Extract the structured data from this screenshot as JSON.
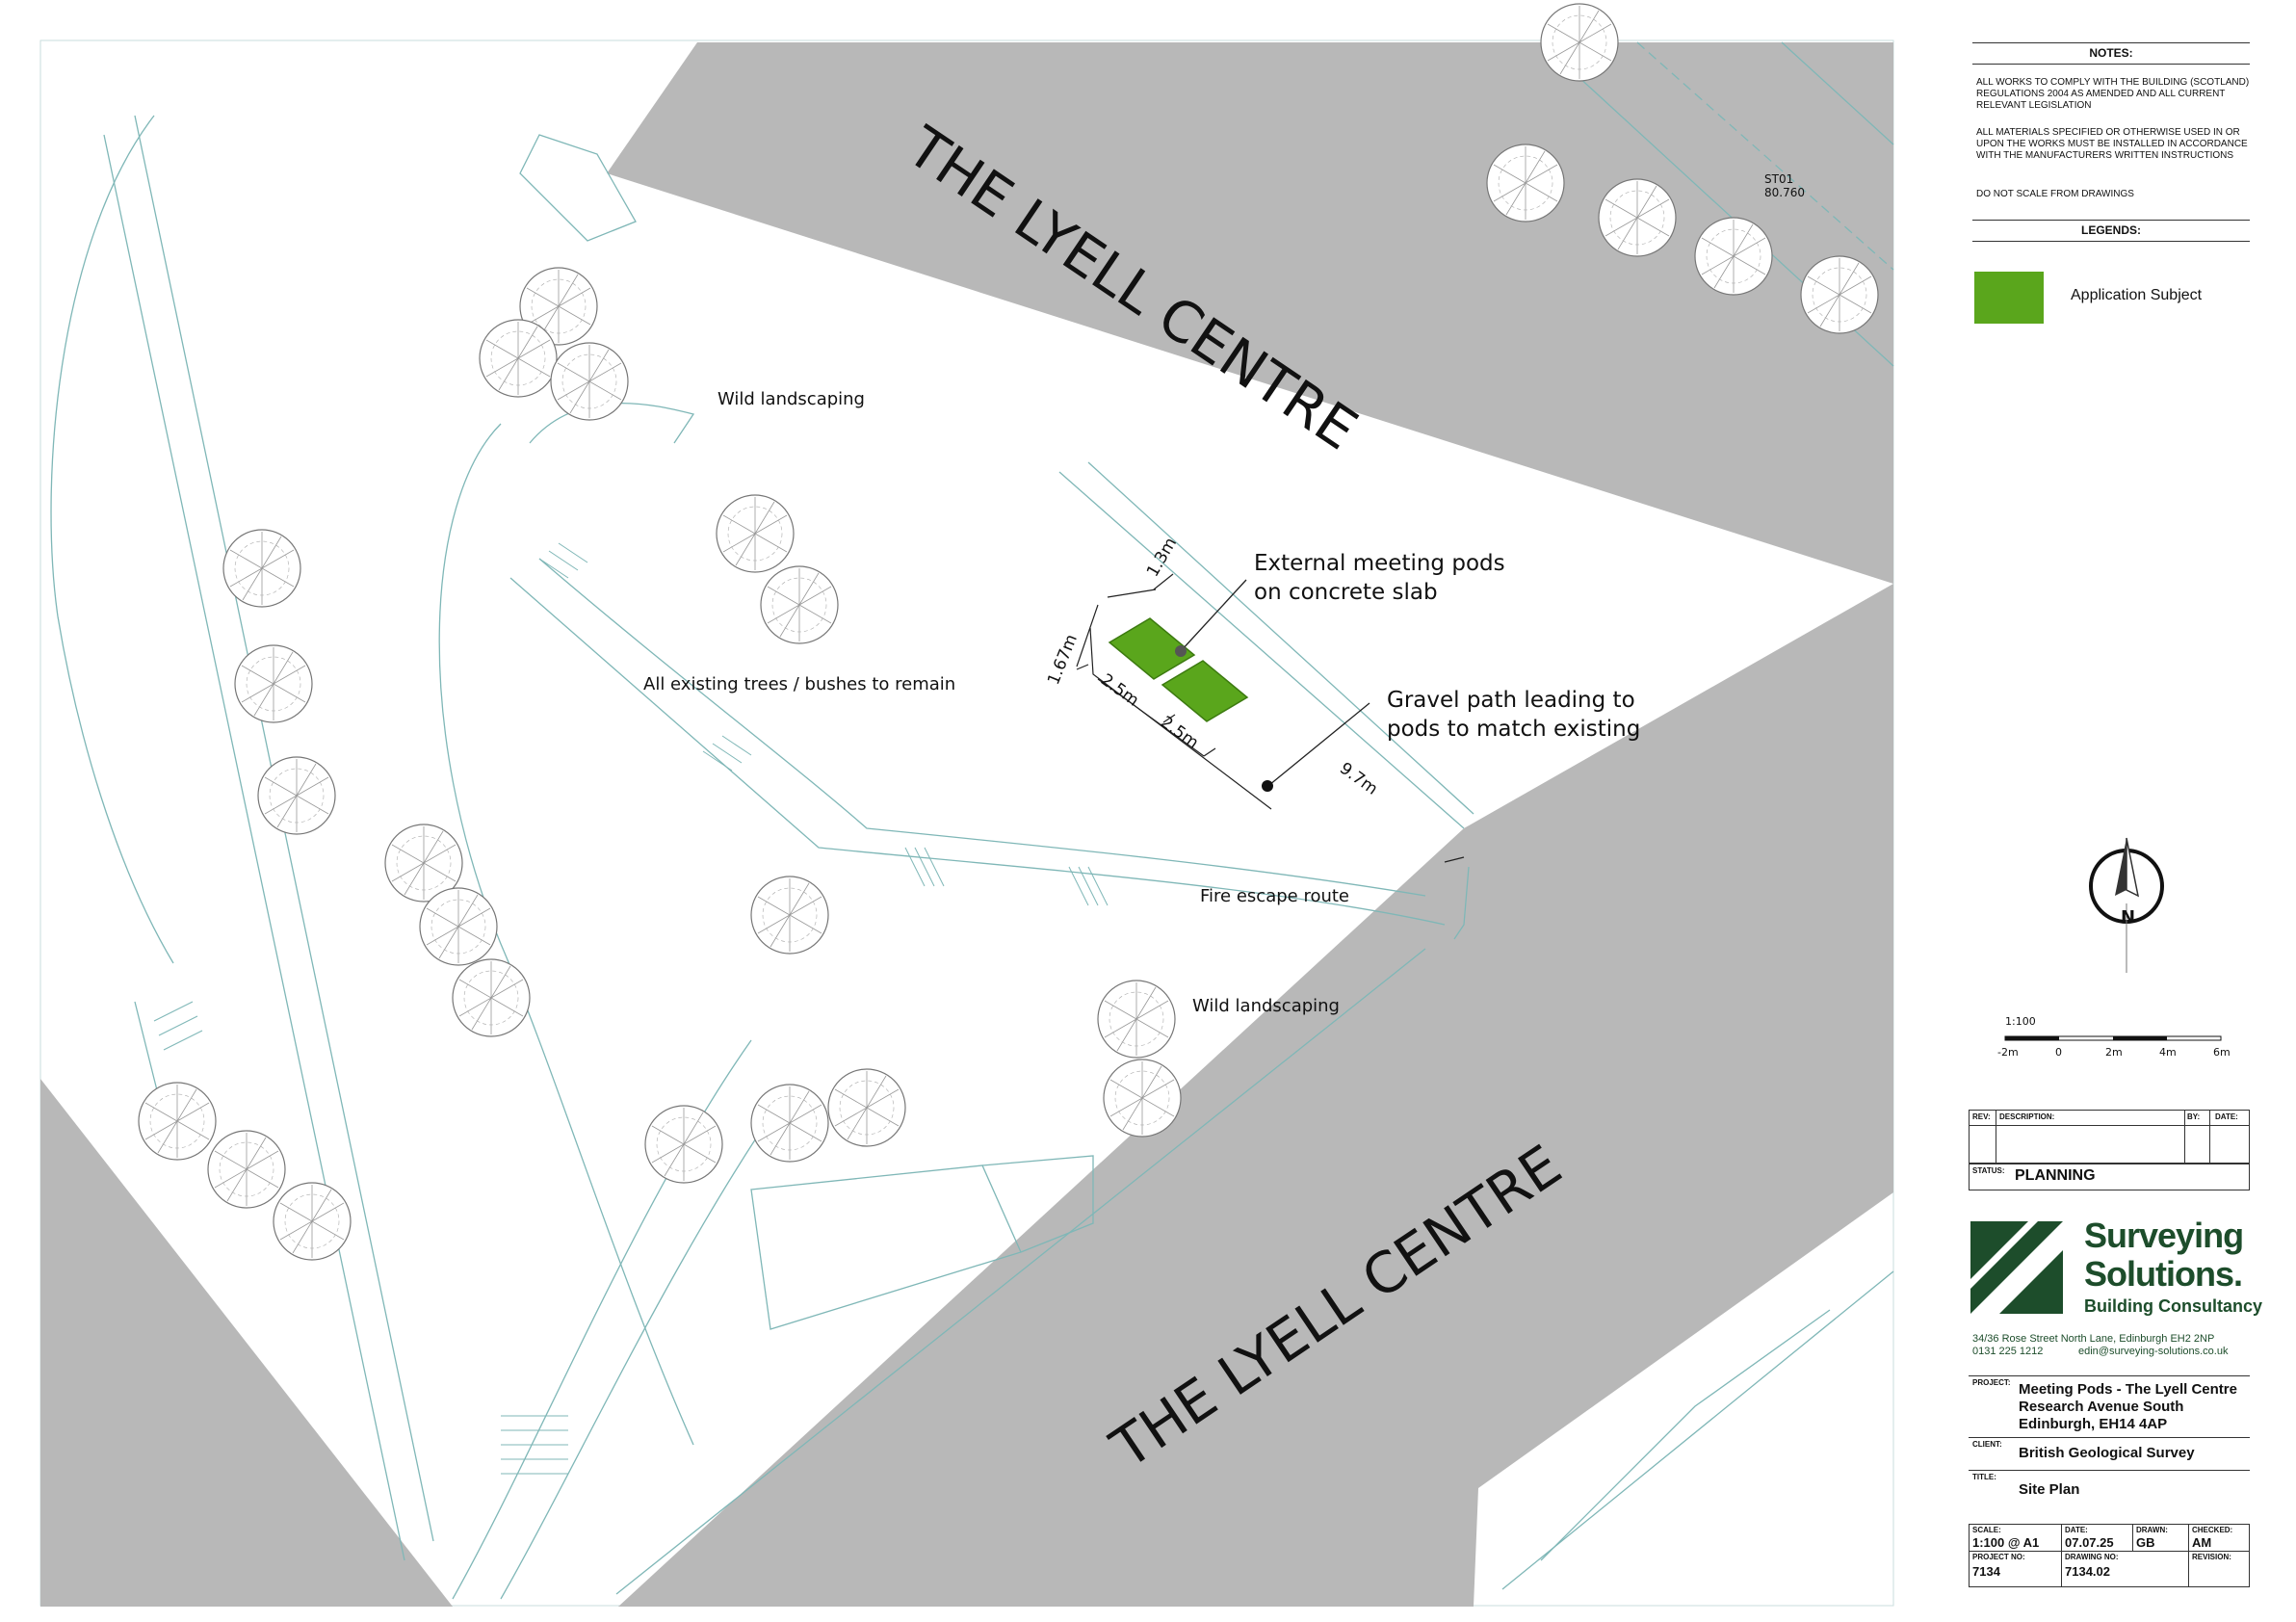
{
  "plan": {
    "building_label_top": "THE LYELL CENTRE",
    "building_label_bottom": "THE LYELL CENTRE",
    "annotations": {
      "wild_landscaping_top": "Wild landscaping",
      "wild_landscaping_bottom": "Wild landscaping",
      "existing_trees": "All existing trees / bushes to remain",
      "fire_escape": "Fire escape route",
      "pods_line1": "External meeting pods",
      "pods_line2": "on concrete slab",
      "gravel_line1": "Gravel path leading to",
      "gravel_line2": "pods to match existing"
    },
    "dimensions": {
      "d1": "1.3m",
      "d2": "1.67m",
      "d3": "2.5m",
      "d4": "2.5m",
      "d5": "9.7m"
    },
    "survey_station": {
      "id": "ST01",
      "level": "80.760"
    },
    "colors": {
      "building": "#b8b8b8",
      "application_subject": "#5aa61c",
      "linework": "#7fb7b7",
      "brand": "#1d4d2b"
    }
  },
  "titleblock": {
    "notes_heading": "NOTES:",
    "notes": [
      "ALL WORKS TO COMPLY WITH THE BUILDING (SCOTLAND) REGULATIONS 2004 AS AMENDED AND ALL CURRENT RELEVANT LEGISLATION",
      "ALL MATERIALS SPECIFIED OR OTHERWISE USED IN OR UPON THE WORKS MUST BE INSTALLED IN ACCORDANCE WITH THE MANUFACTURERS WRITTEN INSTRUCTIONS",
      "DO NOT SCALE FROM DRAWINGS"
    ],
    "legends_heading": "LEGENDS:",
    "legend_item": "Application Subject",
    "north_letter": "N",
    "scale_label": "1:100",
    "scale_ticks": [
      "-2m",
      "0",
      "2m",
      "4m",
      "6m"
    ],
    "rev_headers": {
      "rev": "REV:",
      "description": "DESCRIPTION:",
      "by": "BY:",
      "date": "DATE:"
    },
    "status_label": "STATUS:",
    "status_value": "PLANNING",
    "company_line1": "Surveying",
    "company_line2": "Solutions.",
    "company_tagline": "Building Consultancy",
    "address": "34/36 Rose Street North Lane, Edinburgh  EH2 2NP",
    "phone": "0131 225 1212",
    "email": "edin@surveying-solutions.co.uk",
    "project_label": "PROJECT:",
    "project_lines": [
      "Meeting Pods - The Lyell Centre",
      "Research Avenue South",
      "Edinburgh, EH14 4AP"
    ],
    "client_label": "CLIENT:",
    "client": "British Geological Survey",
    "title_label": "TITLE:",
    "title": "Site Plan",
    "scale_field_label": "SCALE:",
    "scale_field": "1:100 @ A1",
    "date_label": "DATE:",
    "date": "07.07.25",
    "drawn_label": "DRAWN:",
    "drawn": "GB",
    "checked_label": "CHECKED:",
    "checked": "AM",
    "project_no_label": "PROJECT NO:",
    "project_no": "7134",
    "drawing_no_label": "DRAWING NO:",
    "drawing_no": "7134.02",
    "revision_label": "REVISION:",
    "revision": ""
  }
}
